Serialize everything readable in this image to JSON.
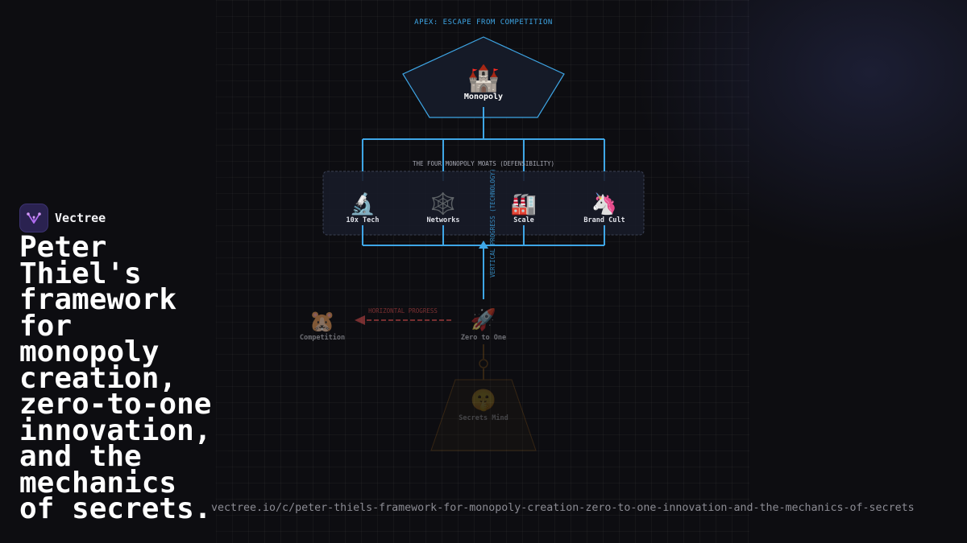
{
  "brand": {
    "name": "Vectree",
    "logo_icon": "vectree-logo-icon"
  },
  "headline": "Peter Thiel's framework for monopoly creation, zero-to-one innovation, and the mechanics of secrets.",
  "url": "vectree.io/c/peter-thiels-framework-for-monopoly-creation-zero-to-one-innovation-and-the-mechanics-of-secrets",
  "diagram": {
    "apex_label": "APEX: ESCAPE FROM COMPETITION",
    "apex": {
      "icon": "🏰",
      "label": "Monopoly"
    },
    "moats_label": "THE FOUR MONOPOLY MOATS (DEFENSIBILITY)",
    "moats": [
      {
        "icon": "🔬",
        "label": "10x Tech"
      },
      {
        "icon": "🕸️",
        "label": "Networks"
      },
      {
        "icon": "🏭",
        "label": "Scale"
      },
      {
        "icon": "🦄",
        "label": "Brand Cult"
      }
    ],
    "vertical_label": "VERTICAL PROGRESS (TECHNOLOGY)",
    "horizontal_label": "HORIZONTAL PROGRESS",
    "competition": {
      "icon": "🐹",
      "label": "Competition"
    },
    "zero_to_one": {
      "icon": "🚀",
      "label": "Zero to One"
    },
    "secrets": {
      "icon": "🤫",
      "label": "Secrets Mind"
    }
  },
  "colors": {
    "accent_blue": "#3ea6e6",
    "horizontal_red": "#c0392b",
    "secrets_orange": "#c47a1c",
    "background": "#0d0d11"
  }
}
